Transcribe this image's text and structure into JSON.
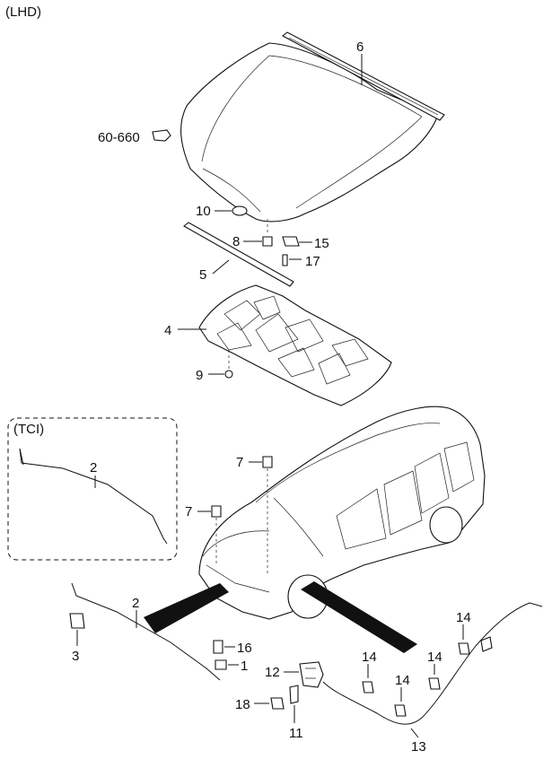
{
  "header": {
    "variant": "(LHD)"
  },
  "inset": {
    "title": "(TCI)"
  },
  "callouts": {
    "c6": "6",
    "c60660": "60-660",
    "c10": "10",
    "c8": "8",
    "c15": "15",
    "c17": "17",
    "c5": "5",
    "c4": "4",
    "c9": "9",
    "c2_inset": "2",
    "c7_top": "7",
    "c7_left": "7",
    "c2_main": "2",
    "c3": "3",
    "c16": "16",
    "c1": "1",
    "c12": "12",
    "c18": "18",
    "c11": "11",
    "c14_a": "14",
    "c14_b": "14",
    "c14_c": "14",
    "c14_d": "14",
    "c13": "13"
  }
}
